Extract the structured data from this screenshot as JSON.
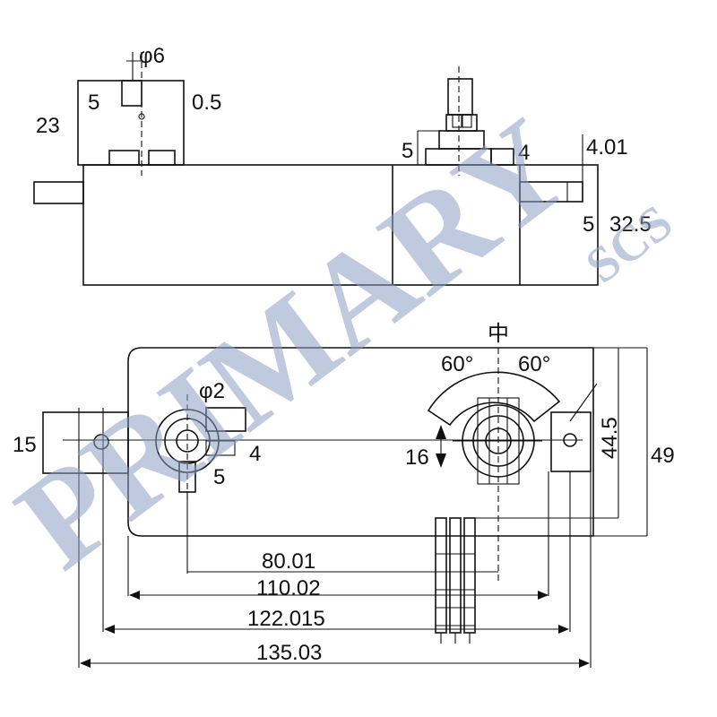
{
  "watermark": {
    "main": "PRIMARY",
    "sub": "SCS"
  },
  "side_view": {
    "labels": {
      "phi6": "φ6",
      "height_23": "23",
      "width_5_left": "5",
      "gap_05": "0.5",
      "width_5_right": "5",
      "width_4": "4",
      "dim_401": "4.01",
      "dim_5": "5",
      "dim_325": "32.5"
    }
  },
  "plan_view": {
    "labels": {
      "center_mark": "中",
      "angle_left": "60°",
      "angle_right": "60°",
      "phi2": "φ2",
      "height_15": "15",
      "dim_4": "4",
      "dim_5": "5",
      "dim_16": "16",
      "dim_445": "44.5",
      "dim_49": "49"
    },
    "dimensions": [
      "80.01",
      "110.02",
      "122.015",
      "135.03"
    ]
  }
}
